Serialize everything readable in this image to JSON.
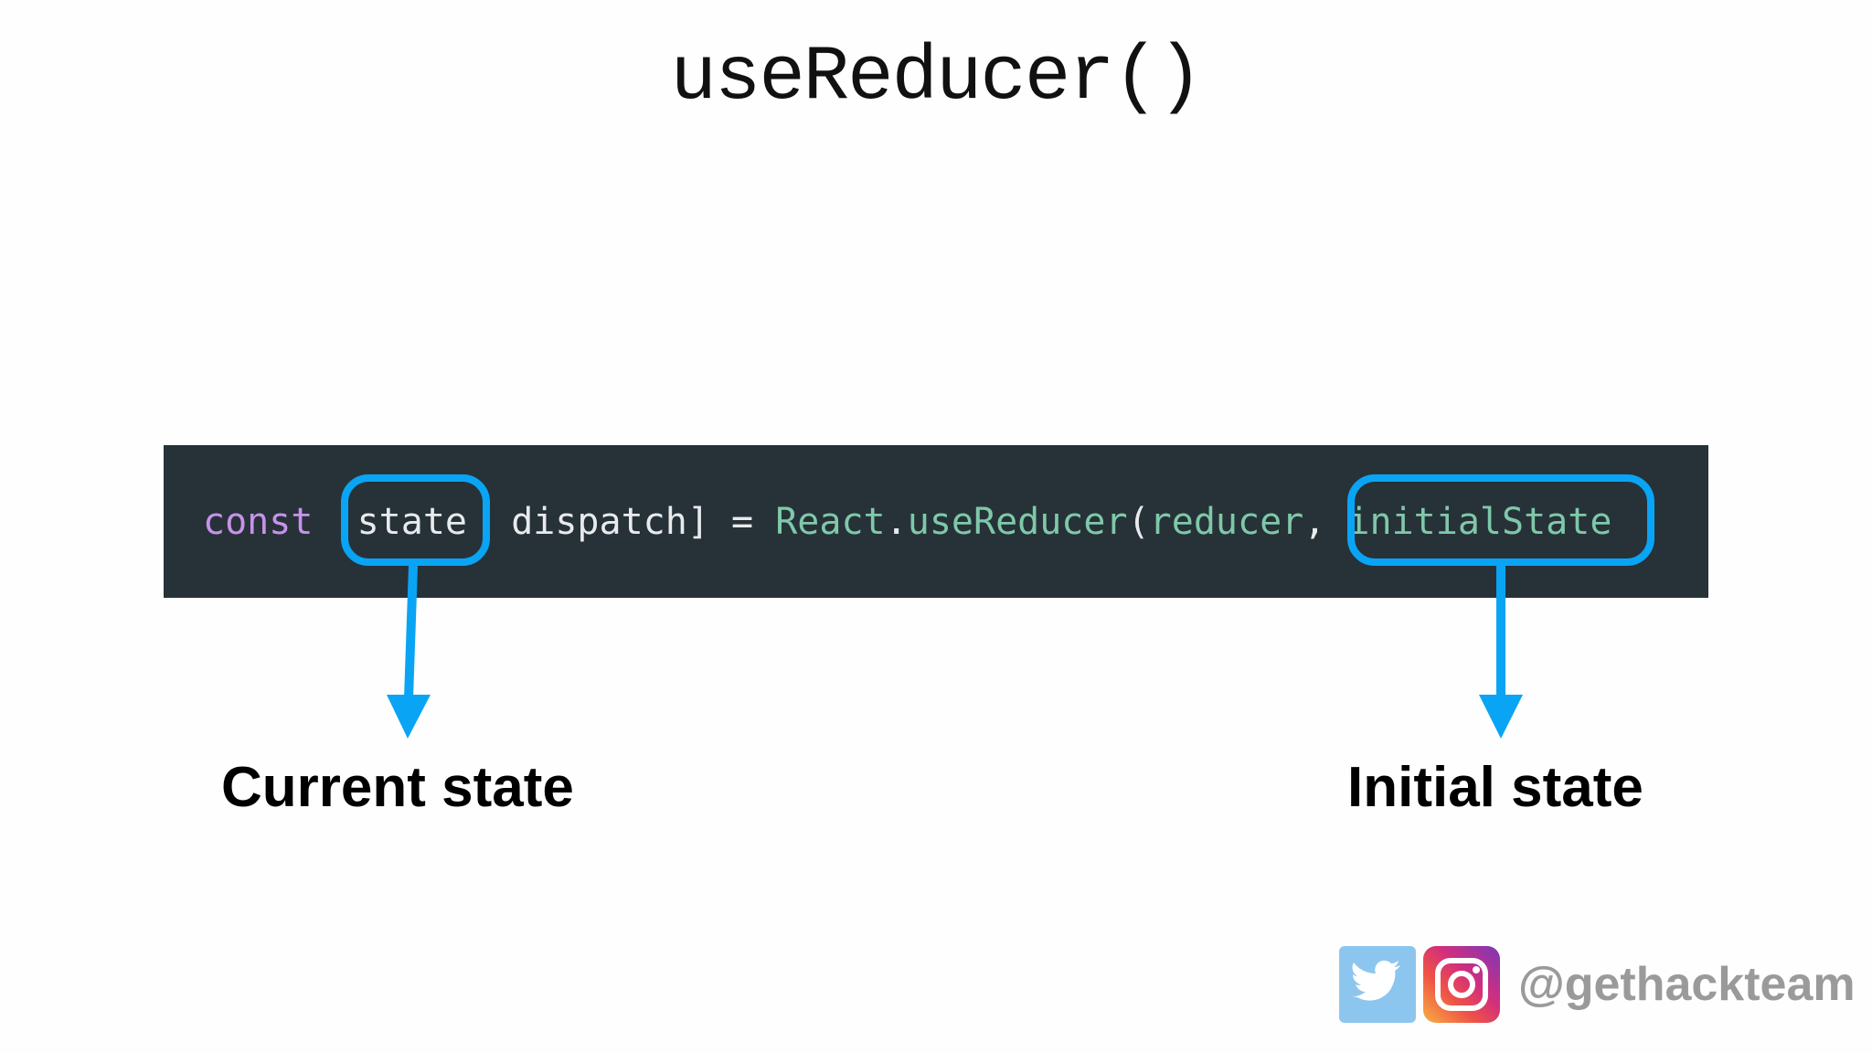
{
  "title": "useReducer()",
  "code": {
    "keyword": "const",
    "state_var": "state",
    "dispatch_part": "dispatch]",
    "equals": "=",
    "react": "React",
    "dot": ".",
    "method": "useReducer",
    "open_paren": "(",
    "reducer_arg": "reducer",
    "comma": ",",
    "initial_arg": "initialState"
  },
  "annotations": {
    "left_label": "Current state",
    "right_label": "Initial state"
  },
  "footer": {
    "handle": "@gethackteam",
    "icons": [
      "twitter-icon",
      "instagram-icon"
    ]
  },
  "colors": {
    "highlight": "#0aa4f5",
    "code_bg": "#263238",
    "keyword": "#c792ea",
    "function": "#7fc8a9",
    "handle": "#9a9a9a"
  }
}
